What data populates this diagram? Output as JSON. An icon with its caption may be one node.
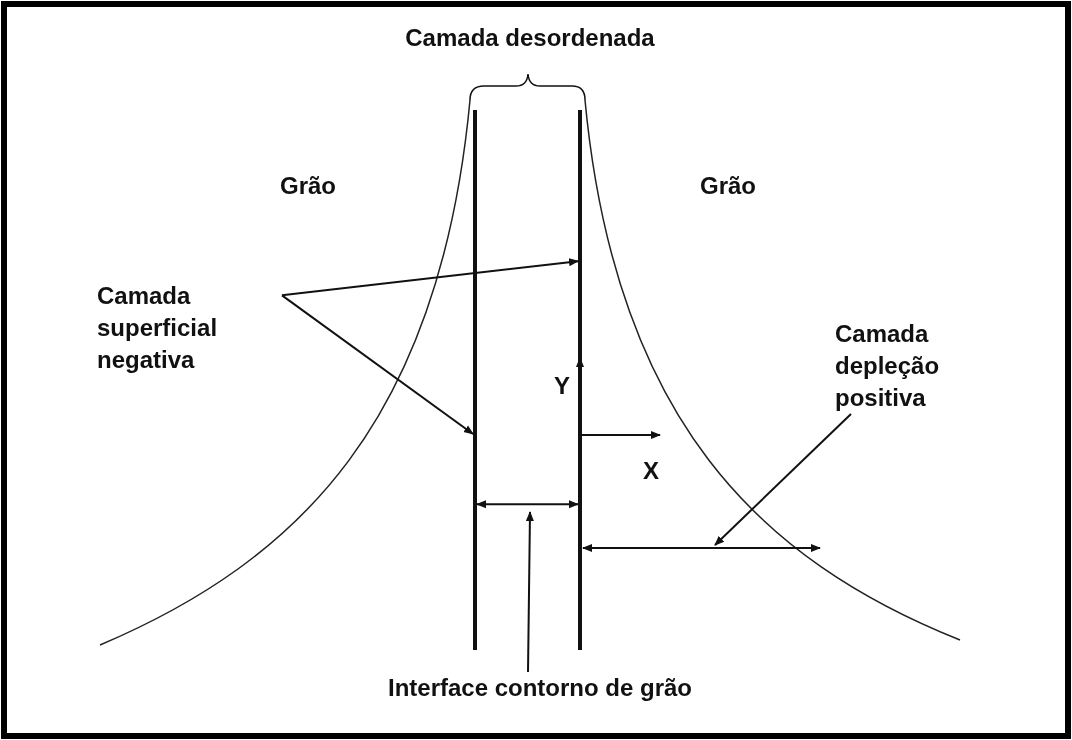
{
  "diagram": {
    "nodes": [
      {
        "text": [
          "Camada superficial negativa"
        ]
      },
      {
        "text": [],
        "shape": "bar"
      },
      {
        "text": [],
        "shape": "bar"
      },
      {
        "text": [
          "Camada depleção positiva"
        ]
      },
      {
        "text": [
          "Interface contorno de grão"
        ]
      }
    ],
    "edges": [
      {
        "from": 0,
        "to": 2,
        "arrow": "to"
      },
      {
        "from": 0,
        "to": 1,
        "arrow": "to"
      },
      {
        "from": 3,
        "to": null,
        "arrow": "to"
      },
      {
        "from": 4,
        "to": null,
        "arrow": "to"
      },
      {
        "from": 1,
        "to": 2,
        "arrow": "both"
      }
    ],
    "labels": [
      "Camada desordenada",
      "Grão",
      "Grão",
      "Y",
      "X"
    ]
  }
}
